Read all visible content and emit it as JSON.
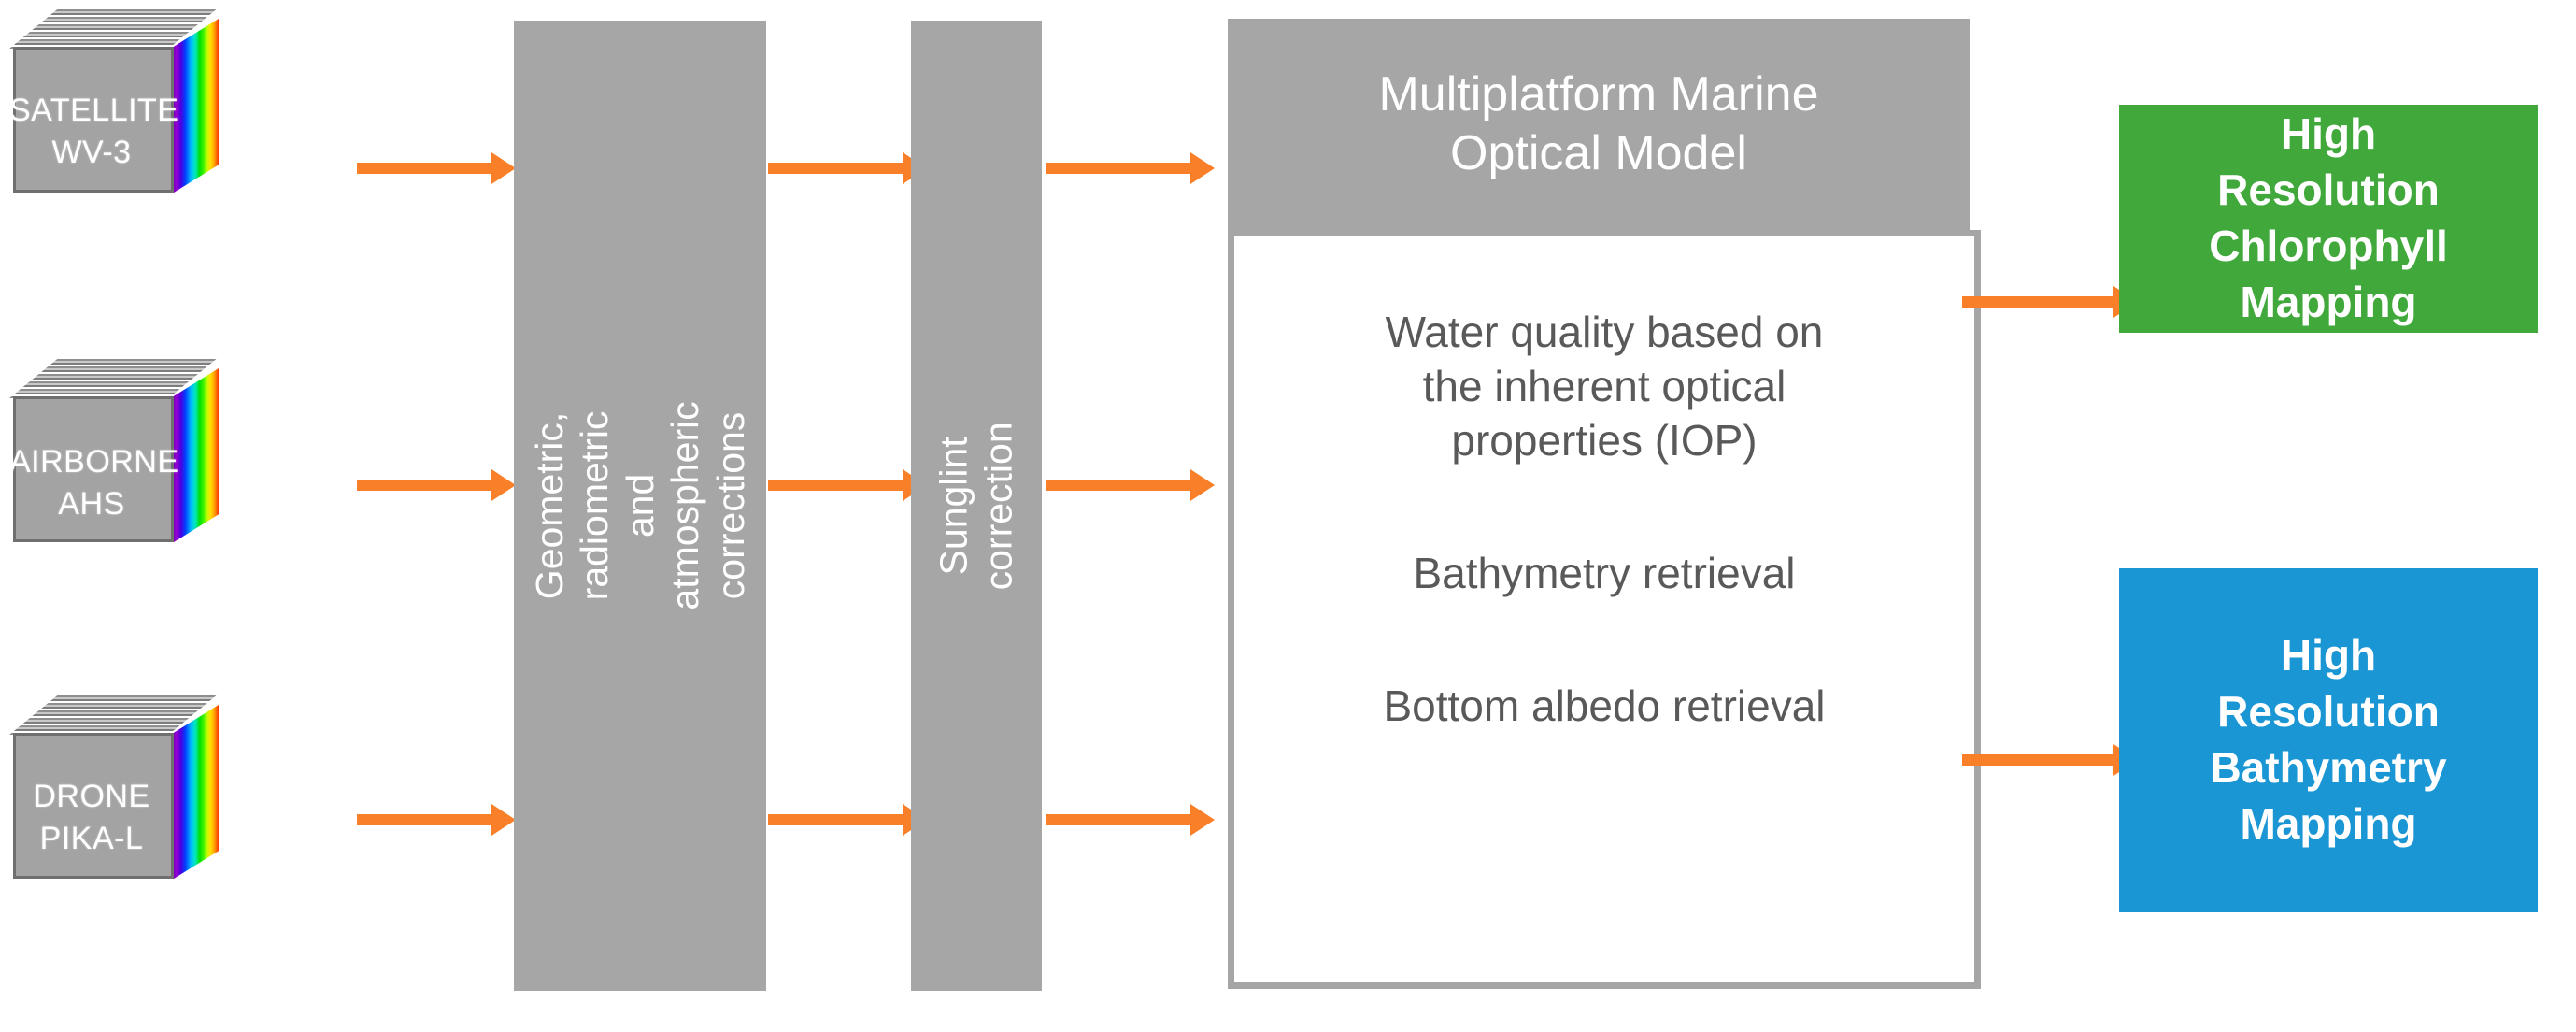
{
  "diagram": {
    "title": "Multiplatform marine optical model processing workflow",
    "colors": {
      "gray": "#A6A6A6",
      "orange": "#F97F28",
      "green": "#41A93C",
      "blue": "#1B96D4",
      "body_text": "#595959",
      "white": "#FFFFFF"
    }
  },
  "sources": [
    {
      "id": "satellite",
      "line1": "SATELLITE",
      "line2": "WV-3",
      "icon": "hyperspectral-cube-icon"
    },
    {
      "id": "airborne",
      "line1": "AIRBORNE",
      "line2": "AHS",
      "icon": "hyperspectral-cube-icon"
    },
    {
      "id": "drone",
      "line1": "DRONE",
      "line2": "PIKA-L",
      "icon": "hyperspectral-cube-icon"
    }
  ],
  "processes": [
    {
      "id": "corrections",
      "label": "Geometric, radiometric and\natmospheric corrections"
    },
    {
      "id": "sunglint",
      "label": "Sunglint correction"
    }
  ],
  "model": {
    "header": "Multiplatform Marine\nOptical Model",
    "items": [
      {
        "id": "iop",
        "label": "Water quality based on\nthe inherent optical\nproperties (IOP)"
      },
      {
        "id": "bathymetry",
        "label": "Bathymetry retrieval"
      },
      {
        "id": "albedo",
        "label": "Bottom albedo retrieval"
      }
    ]
  },
  "outputs": [
    {
      "id": "chlorophyll",
      "label": "High\nResolution\nChlorophyll\nMapping",
      "color": "#41A93C"
    },
    {
      "id": "bathymetry",
      "label": "High\nResolution\nBathymetry\nMapping",
      "color": "#1B96D4"
    }
  ],
  "arrows": [
    {
      "id": "satellite-to-corrections"
    },
    {
      "id": "airborne-to-corrections"
    },
    {
      "id": "drone-to-corrections"
    },
    {
      "id": "corrections-to-sunglint-top"
    },
    {
      "id": "corrections-to-sunglint-mid"
    },
    {
      "id": "corrections-to-sunglint-bottom"
    },
    {
      "id": "sunglint-to-model-top"
    },
    {
      "id": "sunglint-to-model-mid"
    },
    {
      "id": "sunglint-to-model-bottom"
    },
    {
      "id": "model-to-chlorophyll"
    },
    {
      "id": "model-to-bathymetry"
    }
  ]
}
